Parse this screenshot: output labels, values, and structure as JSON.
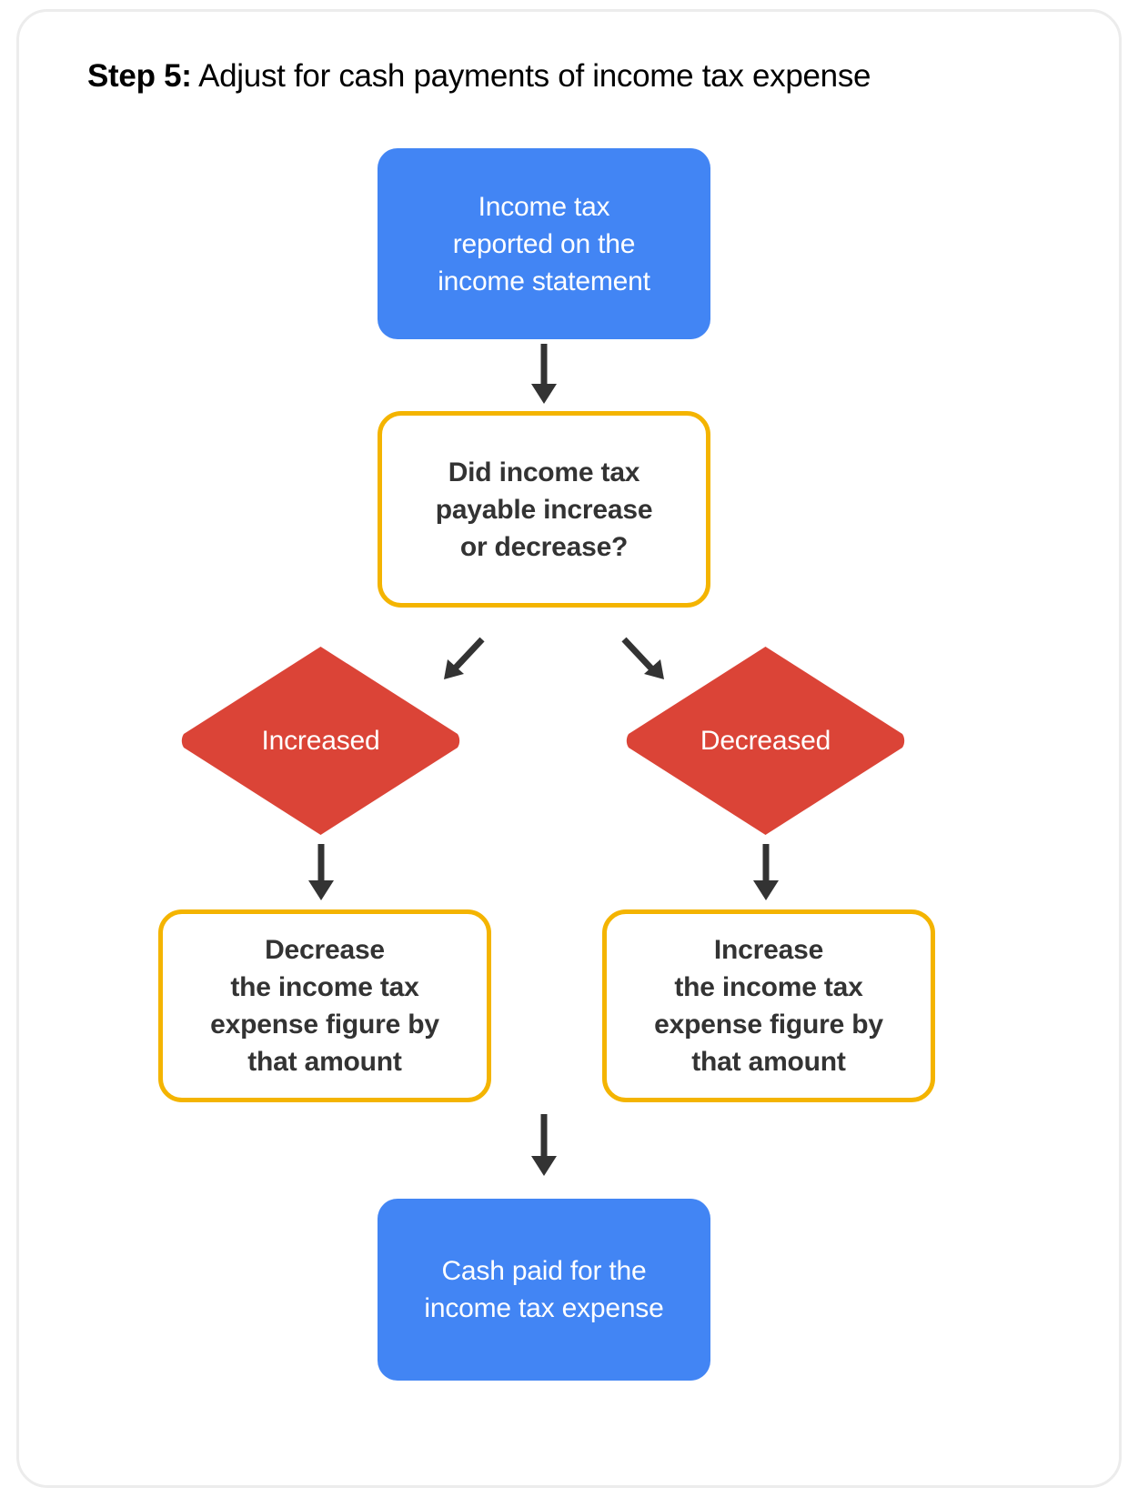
{
  "title": {
    "step_label": "Step 5:",
    "text": " Adjust for cash payments of income tax expense"
  },
  "colors": {
    "blue": "#4285F4",
    "yellow": "#F4B400",
    "red": "#DB4437",
    "text_dark": "#333333",
    "card_border": "#ECECEC",
    "arrow": "#333333"
  },
  "nodes": {
    "income_tax_reported": "Income tax\nreported on the\nincome statement",
    "decision": "Did income tax\npayable increase\nor decrease?",
    "increased": "Increased",
    "decreased": "Decreased",
    "decrease_expense": "Decrease\nthe income tax\nexpense figure by\nthat amount",
    "increase_expense": "Increase\nthe income tax\nexpense figure by\nthat amount",
    "cash_paid": "Cash paid for the\nincome tax expense"
  },
  "chart_data": {
    "type": "flowchart",
    "title": "Step 5: Adjust for cash payments of income tax expense",
    "nodes": [
      {
        "id": "income_tax_reported",
        "label": "Income tax reported on the income statement",
        "shape": "rounded-rect",
        "style": "filled-blue"
      },
      {
        "id": "decision",
        "label": "Did income tax payable increase or decrease?",
        "shape": "rounded-rect",
        "style": "outlined-yellow"
      },
      {
        "id": "increased",
        "label": "Increased",
        "shape": "diamond",
        "style": "filled-red"
      },
      {
        "id": "decreased",
        "label": "Decreased",
        "shape": "diamond",
        "style": "filled-red"
      },
      {
        "id": "decrease_expense",
        "label": "Decrease the income tax expense figure by that amount",
        "shape": "rounded-rect",
        "style": "outlined-yellow"
      },
      {
        "id": "increase_expense",
        "label": "Increase the income tax expense figure by that amount",
        "shape": "rounded-rect",
        "style": "outlined-yellow"
      },
      {
        "id": "cash_paid",
        "label": "Cash paid for the income tax expense",
        "shape": "rounded-rect",
        "style": "filled-blue"
      }
    ],
    "edges": [
      {
        "from": "income_tax_reported",
        "to": "decision",
        "style": "straight-down"
      },
      {
        "from": "decision",
        "to": "increased",
        "style": "diagonal-down-left"
      },
      {
        "from": "decision",
        "to": "decreased",
        "style": "diagonal-down-right"
      },
      {
        "from": "increased",
        "to": "decrease_expense",
        "style": "straight-down"
      },
      {
        "from": "decreased",
        "to": "increase_expense",
        "style": "straight-down"
      },
      {
        "from": "decrease_expense",
        "to": "cash_paid",
        "style": "straight-down"
      },
      {
        "from": "increase_expense",
        "to": "cash_paid",
        "style": "straight-down"
      }
    ]
  }
}
